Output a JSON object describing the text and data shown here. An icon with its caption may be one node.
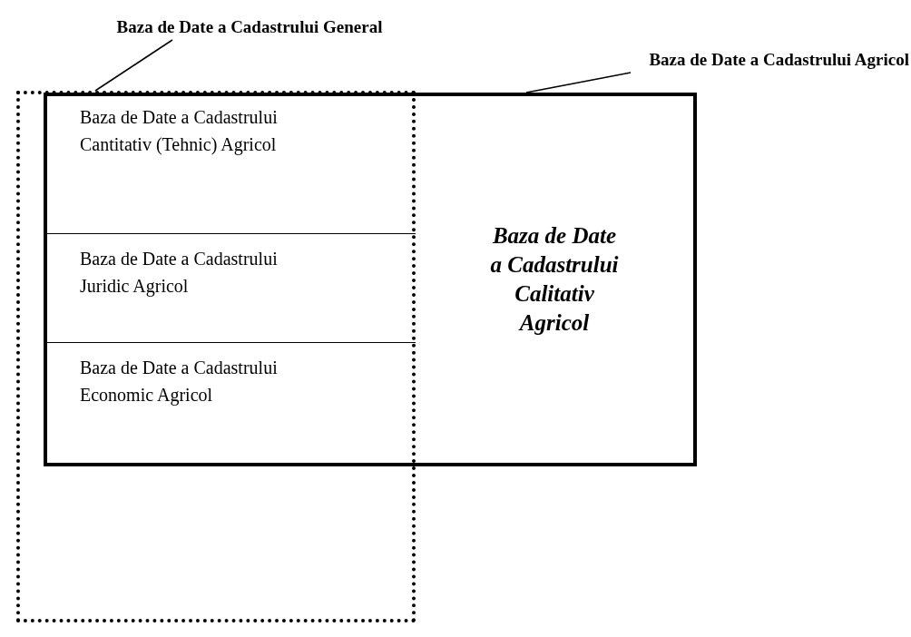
{
  "diagram": {
    "nodes": [
      {
        "text": [
          "Baza de Date a Cadastrului General"
        ]
      },
      {
        "text": [],
        "shape": "box"
      },
      {
        "text": [
          "Baza de Date a Cadastrului Agricol"
        ]
      },
      {
        "text": [],
        "shape": "box"
      },
      {
        "text": [
          "Baza de Date a Cadastrului Cantitativ (Tehnic) Agricol"
        ]
      },
      {
        "text": [
          "Baza de Date a Cadastrului Juridic Agricol"
        ]
      },
      {
        "text": [
          "Baza de Date a Cadastrului Economic Agricol"
        ]
      },
      {
        "text": [
          "Baza de Date a Cadastrului Calitativ Agricol"
        ],
        "in": 3
      }
    ],
    "edges": [
      {
        "from": 0,
        "to": 1,
        "arrow": "none"
      },
      {
        "from": 2,
        "to": 3,
        "arrow": "none"
      }
    ]
  }
}
